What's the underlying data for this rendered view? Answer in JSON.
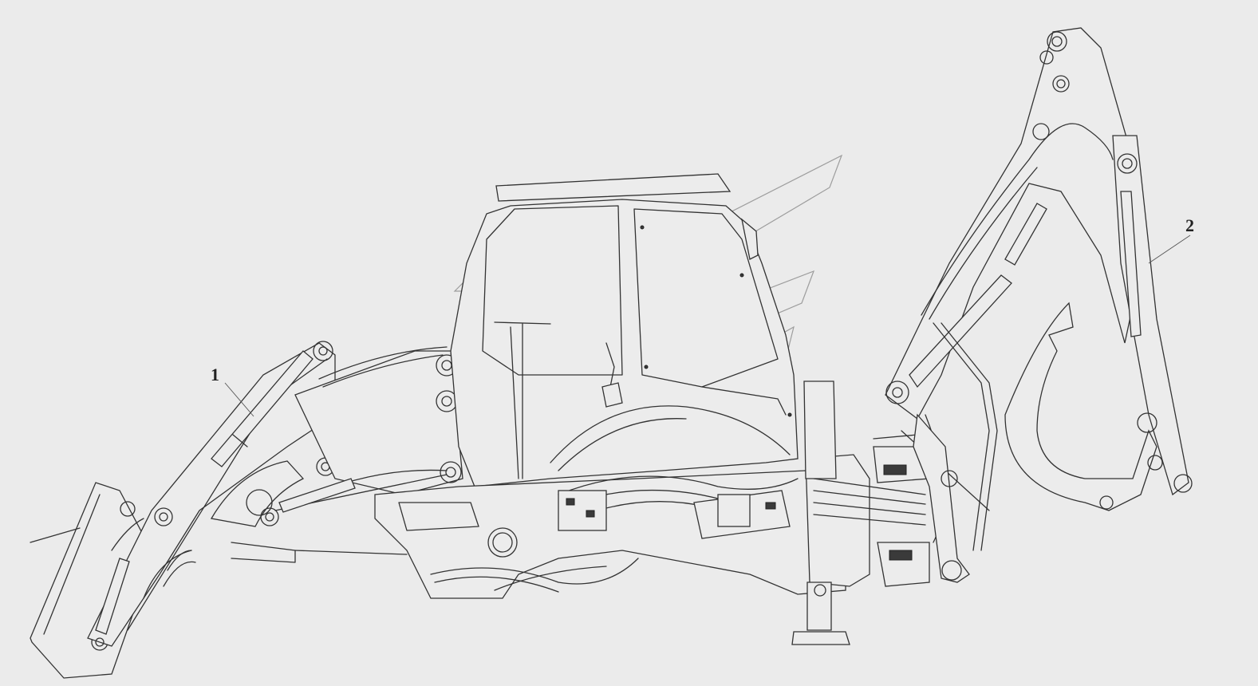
{
  "callouts": [
    {
      "label": "1"
    },
    {
      "label": "2"
    }
  ],
  "colors": {
    "background": "#ebebeb",
    "line": "#333333"
  },
  "icons": {
    "watermark": "stylized-logo-watermark"
  }
}
